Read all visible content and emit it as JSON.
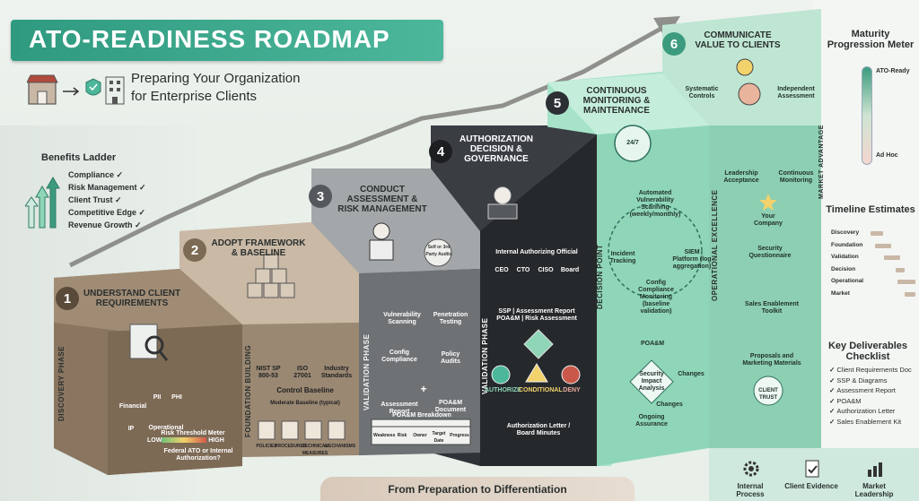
{
  "title": "ATO-READINESS ROADMAP",
  "subtitle_line1": "Preparing Your Organization",
  "subtitle_line2": "for Enterprise Clients",
  "benefits": {
    "title": "Benefits Ladder",
    "items": [
      "Compliance ✓",
      "Risk Management ✓",
      "Client Trust ✓",
      "Competitive Edge ✓",
      "Revenue Growth ✓"
    ]
  },
  "steps": [
    {
      "num": "1",
      "label": "UNDERSTAND CLIENT REQUIREMENTS",
      "phase": "DISCOVERY PHASE"
    },
    {
      "num": "2",
      "label": "ADOPT FRAMEWORK & BASELINE",
      "phase": "FOUNDATION BUILDING"
    },
    {
      "num": "3",
      "label": "CONDUCT ASSESSMENT & RISK MANAGEMENT",
      "phase": "VALIDATION PHASE"
    },
    {
      "num": "4",
      "label": "AUTHORIZATION DECISION & GOVERNANCE",
      "phase": "VALIDATION PHASE"
    },
    {
      "num": "5",
      "label": "CONTINUOUS MONITORING & MAINTENANCE",
      "phase": "DECISION POINT"
    },
    {
      "num": "6",
      "label": "COMMUNICATE VALUE TO CLIENTS",
      "phase": "OPERATIONAL EXCELLENCE"
    }
  ],
  "step1_details": {
    "items": [
      "Financial",
      "PII",
      "PHI",
      "IP",
      "Operational"
    ],
    "meter_title": "Risk Threshold Meter",
    "low": "LOW",
    "high": "HIGH",
    "question": "Federal ATO or Internal Authorization?"
  },
  "step2_details": {
    "standards": [
      "NIST SP 800-53",
      "ISO 27001",
      "Industry Standards"
    ],
    "control_baseline": "Control Baseline",
    "moderate": "Moderate Baseline (typical)",
    "pillars": [
      "POLICIES",
      "PROCEDURES",
      "TECHNICAL MEASURES",
      "MECHANISMS"
    ]
  },
  "step3_details": {
    "badge": "Self or 3rd Party Audits",
    "items": [
      "Vulnerability Scanning",
      "Penetration Testing",
      "Config Compliance",
      "Policy Audits",
      "Assessment Report",
      "POA&M Document"
    ],
    "plus": "+",
    "table_title": "POA&M Breakdown",
    "table_cols": [
      "Weakness",
      "Risk",
      "Owner",
      "Target Date",
      "Progress"
    ]
  },
  "step4_details": {
    "official": "Internal Authorizing Official",
    "roles": [
      "CEO",
      "CTO",
      "CISO",
      "Board"
    ],
    "docs": "SSP | Assessment Report POA&M | Risk Assessment",
    "decisions": [
      "AUTHORIZE",
      "CONDITIONAL",
      "DENY"
    ],
    "letter": "Authorization Letter / Board Minutes"
  },
  "step5_details": {
    "cycle": [
      "Automated Vulnerability Scanning (weekly/monthly)",
      "SIEM Platform (log aggregation)",
      "Config Compliance Monitoring (baseline validation)",
      "Incident Tracking",
      "POA&M"
    ],
    "clock": "24/7",
    "sia": "Security Impact Analysis",
    "changes": "Changes",
    "ongoing": "Ongoing Assurance"
  },
  "step6_details": {
    "top": [
      "Systematic Controls",
      "Independent Assessment"
    ],
    "mid": [
      "Leadership Acceptance",
      "Continuous Monitoring"
    ],
    "company": "Your Company",
    "questionnaire": "Security Questionnaire",
    "toolkit": "Sales Enablement Toolkit",
    "materials": "Proposals and Marketing Materials",
    "trust": "CLIENT TRUST",
    "market": "MARKET ADVANTAGE"
  },
  "meter": {
    "title": "Maturity Progression Meter",
    "high": "ATO-Ready",
    "low": "Ad Hoc"
  },
  "timeline": {
    "title": "Timeline Estimates",
    "rows": [
      {
        "label": "Discovery",
        "start": 0.0,
        "len": 0.28
      },
      {
        "label": "Foundation",
        "start": 0.1,
        "len": 0.35
      },
      {
        "label": "Validation",
        "start": 0.3,
        "len": 0.35
      },
      {
        "label": "Decision",
        "start": 0.55,
        "len": 0.2
      },
      {
        "label": "Operational",
        "start": 0.6,
        "len": 0.4
      },
      {
        "label": "Market",
        "start": 0.75,
        "len": 0.25
      }
    ]
  },
  "checklist": {
    "title": "Key Deliverables Checklist",
    "items": [
      "Client Requirements Doc",
      "SSP & Diagrams",
      "Assessment Report",
      "POA&M",
      "Authorization Letter",
      "Sales Enablement Kit"
    ]
  },
  "footer": "From Preparation to Differentiation",
  "footer_icons": [
    "Internal Process",
    "Client Evidence",
    "Market Leadership"
  ],
  "colors": {
    "teal": "#3c9b7e",
    "brown": "#7d6a55",
    "gray": "#6f7275",
    "dark": "#2c2f33",
    "mint": "#8fd6b8"
  }
}
